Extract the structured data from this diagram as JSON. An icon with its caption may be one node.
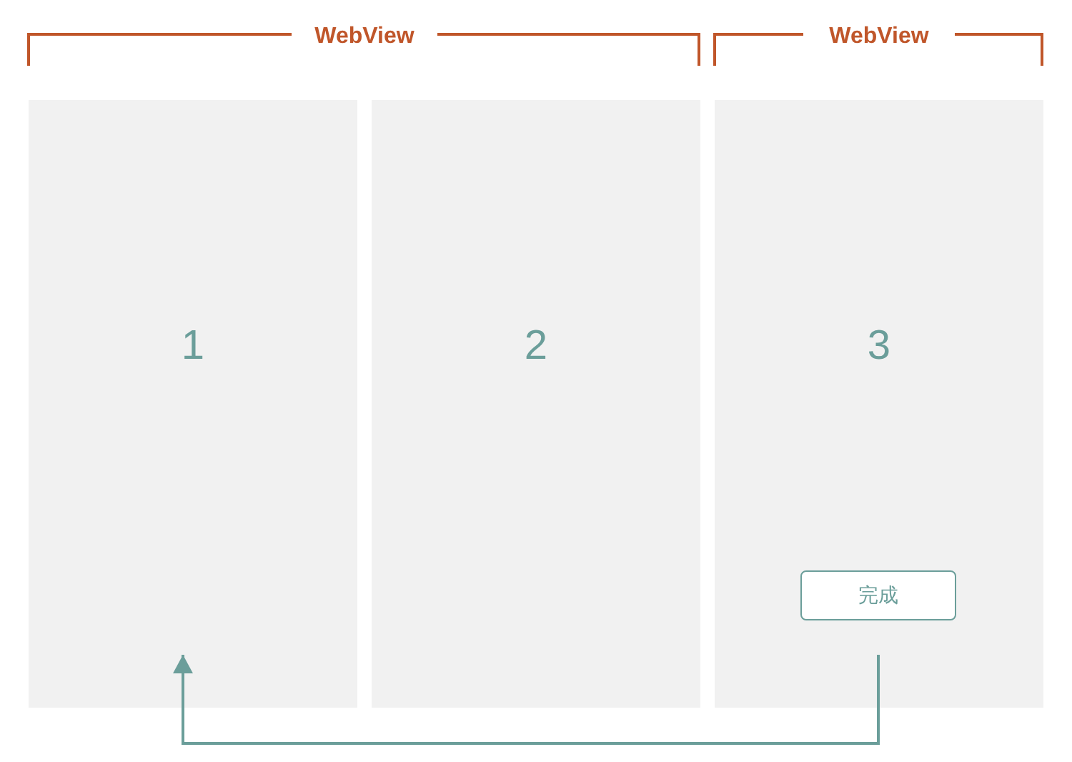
{
  "diagram": {
    "nodes": [
      {
        "text": [
          "1"
        ]
      },
      {
        "text": [
          "2"
        ]
      },
      {
        "text": [
          "3"
        ]
      },
      {
        "text": [
          "完成"
        ],
        "in": 2
      }
    ],
    "edges": [
      {
        "from": 3,
        "to": 0,
        "arrow": "to"
      }
    ],
    "labels": [
      "WebView",
      "WebView"
    ]
  }
}
